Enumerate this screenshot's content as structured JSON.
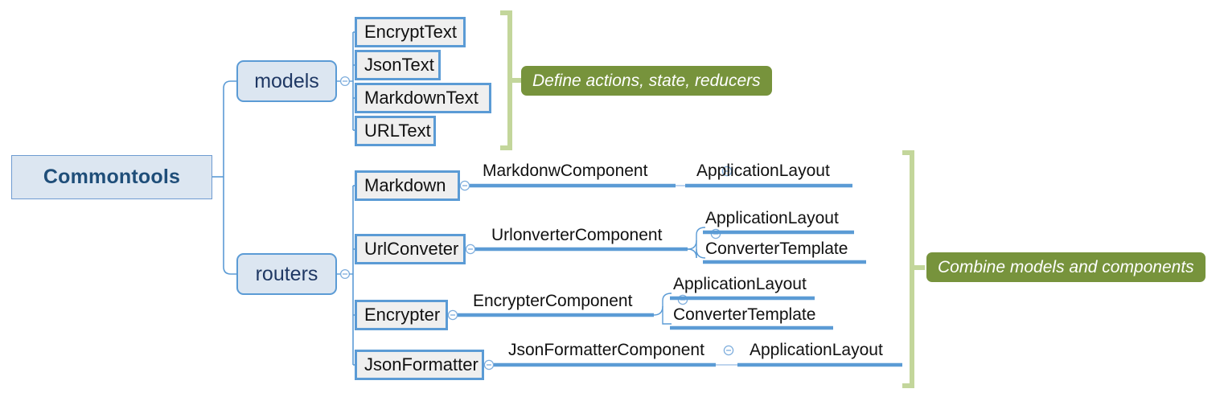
{
  "diagram": {
    "type": "mind-map",
    "title": "Commontools",
    "colors": {
      "node_fill_root": "#DCE6F1",
      "node_border_blue": "#5B9BD5",
      "node_fill_leaf": "#EFEFEF",
      "text_dark_blue": "#1F4E79",
      "callout_green": "#77933C",
      "bracket_green": "#C3D69B",
      "connector_blue": "#5B9BD5"
    },
    "root": {
      "label": "Commontools"
    },
    "branches": [
      {
        "label": "models",
        "collapse_icon": "minus-circle-icon",
        "children": [
          {
            "label": "EncryptText"
          },
          {
            "label": "JsonText"
          },
          {
            "label": "MarkdownText"
          },
          {
            "label": "URLText"
          }
        ],
        "callout": "Define actions, state, reducers"
      },
      {
        "label": "routers",
        "collapse_icon": "minus-circle-icon",
        "children": [
          {
            "label": "Markdown",
            "component": "MarkdonwComponent",
            "templates": [
              "ApplicationLayout"
            ]
          },
          {
            "label": "UrlConveter",
            "component": "UrlonverterComponent",
            "templates": [
              "ApplicationLayout",
              "ConverterTemplate"
            ]
          },
          {
            "label": "Encrypter",
            "component": "EncrypterComponent",
            "templates": [
              "ApplicationLayout",
              "ConverterTemplate"
            ]
          },
          {
            "label": "JsonFormatter",
            "component": "JsonFormatterComponent",
            "templates": [
              "ApplicationLayout"
            ]
          }
        ],
        "callout": "Combine models and components"
      }
    ]
  }
}
